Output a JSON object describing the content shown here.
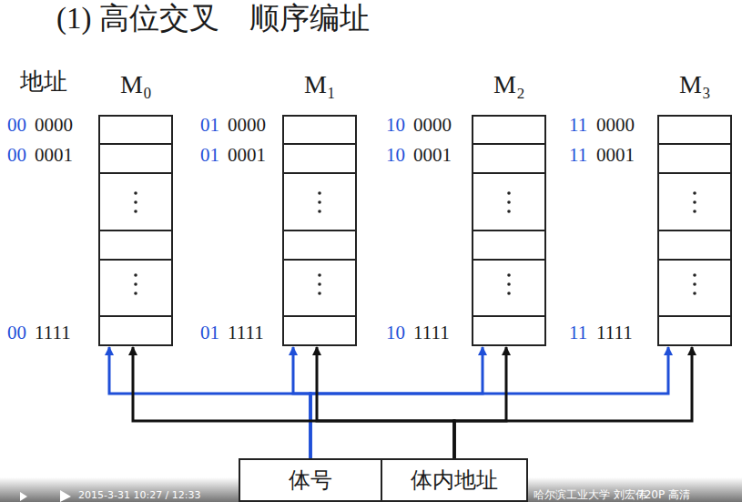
{
  "diagram": {
    "title": "(1) 高位交叉　顺序编址",
    "nodes": [
      {
        "text": [
          "M₀"
        ]
      },
      {
        "text": [
          "M₁"
        ]
      },
      {
        "text": [
          "M₂"
        ]
      },
      {
        "text": [
          "M₃"
        ]
      },
      {
        "text": [
          "体号"
        ]
      },
      {
        "text": [
          "体内地址"
        ]
      }
    ],
    "edges": [
      {
        "from": 4,
        "to": 0,
        "arrow": "to"
      },
      {
        "from": 4,
        "to": 1,
        "arrow": "to"
      },
      {
        "from": 4,
        "to": 2,
        "arrow": "to"
      },
      {
        "from": 4,
        "to": 3,
        "arrow": "to"
      },
      {
        "from": 5,
        "to": 0,
        "arrow": "to"
      },
      {
        "from": 5,
        "to": 1,
        "arrow": "to"
      },
      {
        "from": 5,
        "to": 2,
        "arrow": "to"
      },
      {
        "from": 5,
        "to": 3,
        "arrow": "to"
      }
    ],
    "labels": [
      "地址",
      "00",
      "0000",
      "00",
      "0001",
      "00",
      "1111",
      "01",
      "0000",
      "01",
      "0001",
      "01",
      "1111",
      "10",
      "0000",
      "10",
      "0001",
      "10",
      "1111",
      "11",
      "0000",
      "11",
      "0001",
      "11",
      "1111",
      "2015-3-31 10:27 / 12:33",
      "哈尔滨工业大学 刘宏伟",
      "720P 高清"
    ]
  }
}
